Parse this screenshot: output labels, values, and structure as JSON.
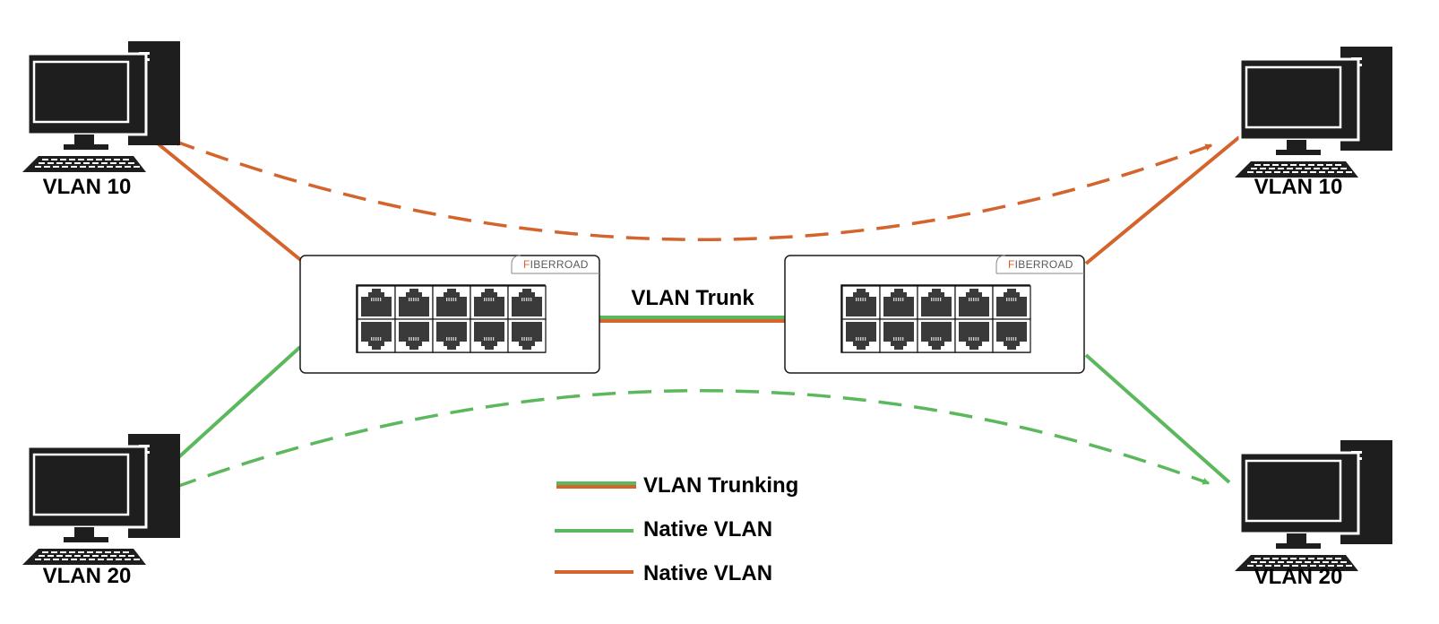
{
  "colors": {
    "orange": "#d4632c",
    "green": "#5cb85c",
    "black": "#1e1e1e"
  },
  "computers": {
    "top_left": {
      "label": "VLAN 10",
      "icon": "desktop-computer-icon"
    },
    "top_right": {
      "label": "VLAN 10",
      "icon": "desktop-computer-icon"
    },
    "bottom_left": {
      "label": "VLAN 20",
      "icon": "desktop-computer-icon"
    },
    "bottom_right": {
      "label": "VLAN 20",
      "icon": "desktop-computer-icon"
    }
  },
  "switches": {
    "left": {
      "brand_initial": "F",
      "brand_rest": "IBERROAD",
      "icon": "network-switch-icon"
    },
    "right": {
      "brand_initial": "F",
      "brand_rest": "IBERROAD",
      "icon": "network-switch-icon"
    }
  },
  "trunk_label": "VLAN Trunk",
  "legend": {
    "trunking": "VLAN Trunking",
    "native_green": "Native VLAN",
    "native_orange": "Native VLAN"
  }
}
